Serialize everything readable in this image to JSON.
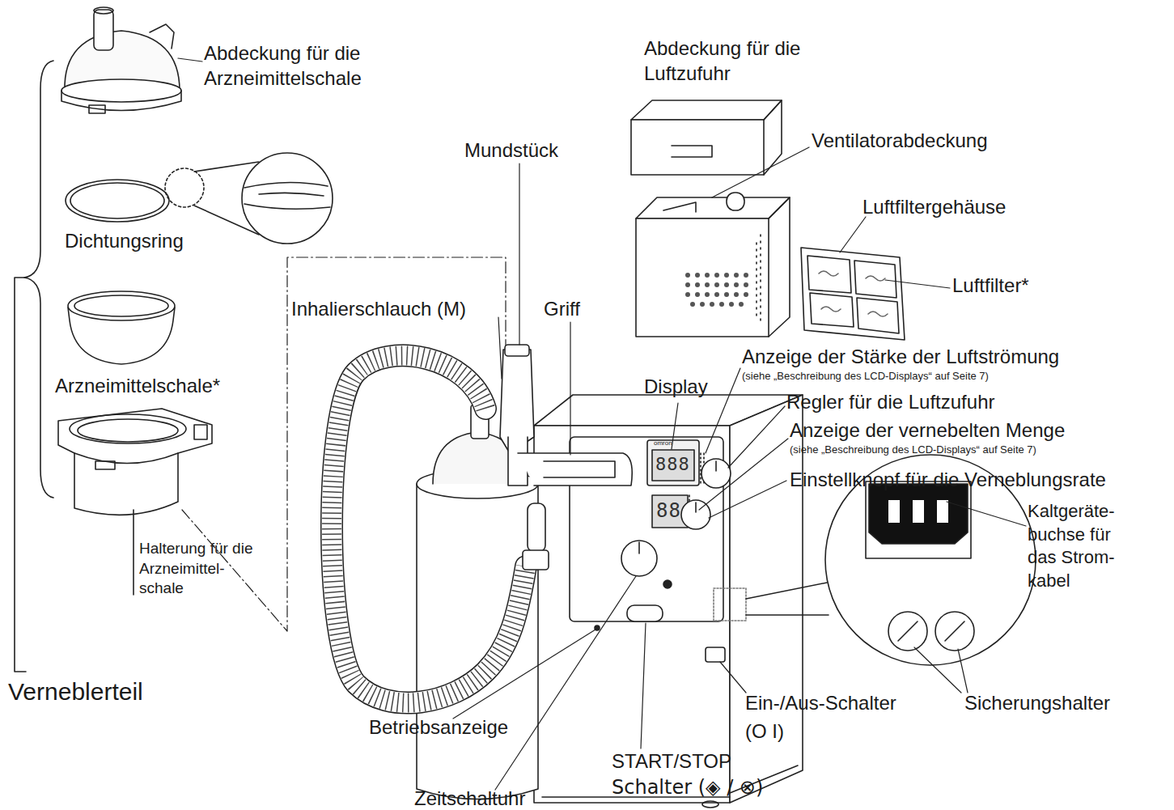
{
  "diagram": {
    "labels": [
      "Abdeckung für die Arzneimittelschale",
      "Dichtungsring",
      "Arzneimittelschale*",
      "Halterung für die Arzneimittel- schale",
      "Verneblerteil",
      "Abdeckung für die Luftzufuhr",
      "Mundstück",
      "Ventilatorabdeckung",
      "Luftfiltergehäuse",
      "Luftfilter*",
      "Inhalierschlauch (M)",
      "Griff",
      "Anzeige der Stärke der Luftströmung",
      "(siehe „Beschreibung des LCD-Displays“ auf Seite 7)",
      "Display",
      "Regler für die Luftzufuhr",
      "Anzeige der vernebelten Menge",
      "(siehe „Beschreibung des LCD-Displays“ auf Seite 7)",
      "Einstellknopf für die Verneblungsrate",
      "omron",
      "888",
      "88",
      "Kaltgeräte- buchse für das Strom- kabel",
      "Betriebsanzeige",
      "Ein-/Aus-Schalter",
      "(O I)",
      "Sicherungshalter",
      "START/STOP",
      "Schalter (◈ / ⊗)",
      "Zeitschaltuhr"
    ]
  }
}
